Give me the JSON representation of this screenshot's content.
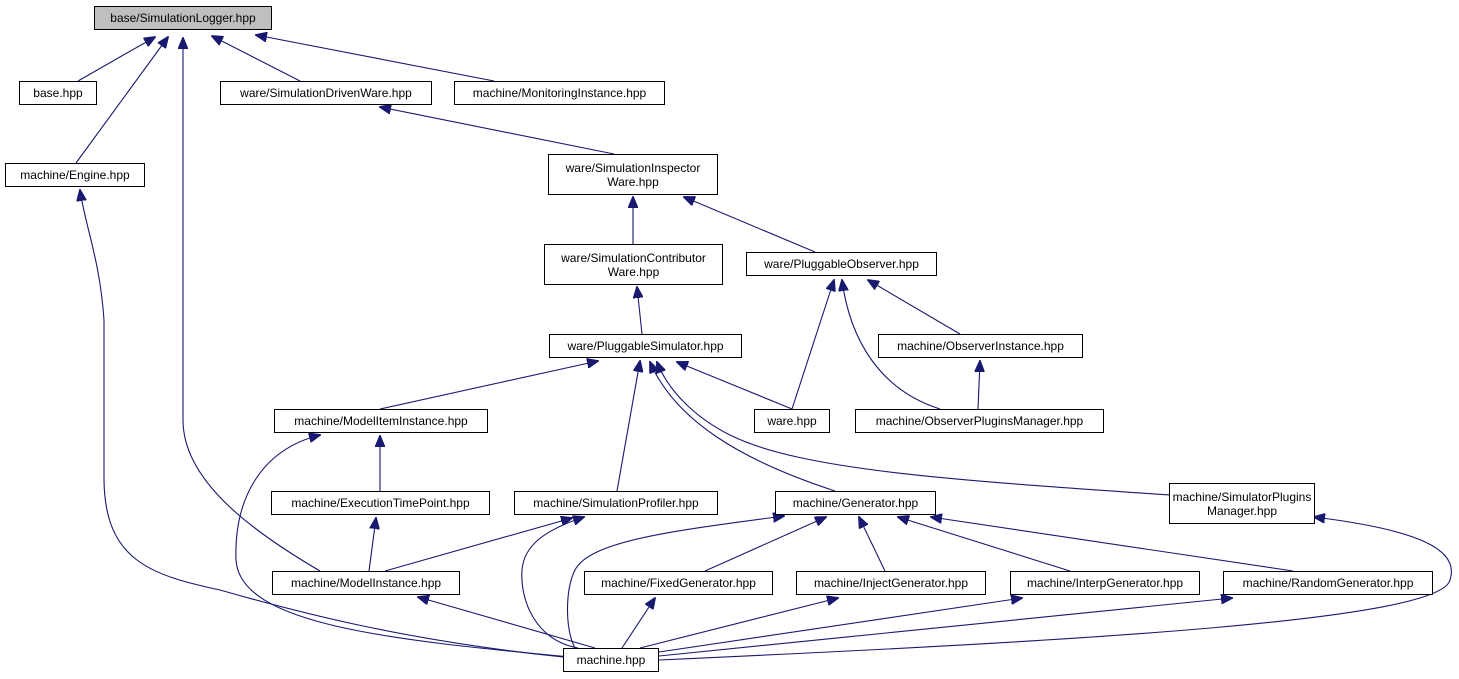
{
  "diagram": {
    "nodes": {
      "n0": "base/SimulationLogger.hpp",
      "n1": "base.hpp",
      "n2": "ware/SimulationDrivenWare.hpp",
      "n3": "machine/MonitoringInstance.hpp",
      "n4": "machine/Engine.hpp",
      "n5": "ware/SimulationInspector\nWare.hpp",
      "n6": "ware/SimulationContributor\nWare.hpp",
      "n7": "ware/PluggableObserver.hpp",
      "n8": "ware/PluggableSimulator.hpp",
      "n9": "machine/ObserverInstance.hpp",
      "n10": "machine/ModelItemInstance.hpp",
      "n11": "ware.hpp",
      "n12": "machine/ObserverPluginsManager.hpp",
      "n13": "machine/ExecutionTimePoint.hpp",
      "n14": "machine/SimulationProfiler.hpp",
      "n15": "machine/Generator.hpp",
      "n16": "machine/SimulatorPlugins\nManager.hpp",
      "n17": "machine/ModelInstance.hpp",
      "n18": "machine/FixedGenerator.hpp",
      "n19": "machine/InjectGenerator.hpp",
      "n20": "machine/InterpGenerator.hpp",
      "n21": "machine/RandomGenerator.hpp",
      "n22": "machine.hpp"
    },
    "edges": [
      [
        "n1",
        "n0"
      ],
      [
        "n2",
        "n0"
      ],
      [
        "n3",
        "n0"
      ],
      [
        "n4",
        "n0"
      ],
      [
        "n17",
        "n0"
      ],
      [
        "n5",
        "n2"
      ],
      [
        "n6",
        "n5"
      ],
      [
        "n7",
        "n5"
      ],
      [
        "n8",
        "n6"
      ],
      [
        "n11",
        "n7"
      ],
      [
        "n9",
        "n7"
      ],
      [
        "n12",
        "n7"
      ],
      [
        "n12",
        "n9"
      ],
      [
        "n10",
        "n8"
      ],
      [
        "n11",
        "n8"
      ],
      [
        "n14",
        "n8"
      ],
      [
        "n15",
        "n8"
      ],
      [
        "n16",
        "n8"
      ],
      [
        "n13",
        "n10"
      ],
      [
        "n17",
        "n13"
      ],
      [
        "n22",
        "n10"
      ],
      [
        "n17",
        "n14"
      ],
      [
        "n22",
        "n14"
      ],
      [
        "n18",
        "n15"
      ],
      [
        "n19",
        "n15"
      ],
      [
        "n20",
        "n15"
      ],
      [
        "n21",
        "n15"
      ],
      [
        "n22",
        "n15"
      ],
      [
        "n22",
        "n4"
      ],
      [
        "n22",
        "n17"
      ],
      [
        "n22",
        "n18"
      ],
      [
        "n22",
        "n19"
      ],
      [
        "n22",
        "n20"
      ],
      [
        "n22",
        "n21"
      ],
      [
        "n22",
        "n16"
      ]
    ],
    "colors": {
      "edge": "#191970",
      "root_fill": "#bfbfbf",
      "node_border": "#000000"
    }
  }
}
